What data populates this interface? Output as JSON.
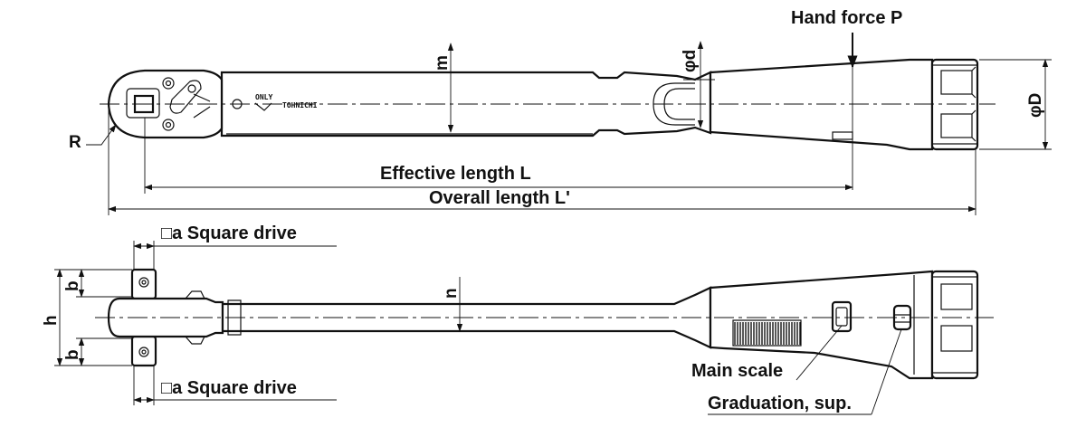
{
  "labels": {
    "hand_force": "Hand force P",
    "effective_length": "Effective length L",
    "overall_length": "Overall length L'",
    "square_drive_top": "□a Square drive",
    "square_drive_bottom": "□a Square drive",
    "main_scale": "Main scale",
    "graduation": "Graduation, sup."
  },
  "dimensions": {
    "radius": "R",
    "m": "m",
    "phi_d": "φd",
    "phi_D": "φD",
    "n": "n",
    "h": "h",
    "b_top": "b",
    "b_bottom": "b"
  },
  "brand": {
    "name": "TOHNICHI",
    "only_mark": "ONLY"
  },
  "colors": {
    "line": "#111111",
    "background": "#ffffff"
  }
}
